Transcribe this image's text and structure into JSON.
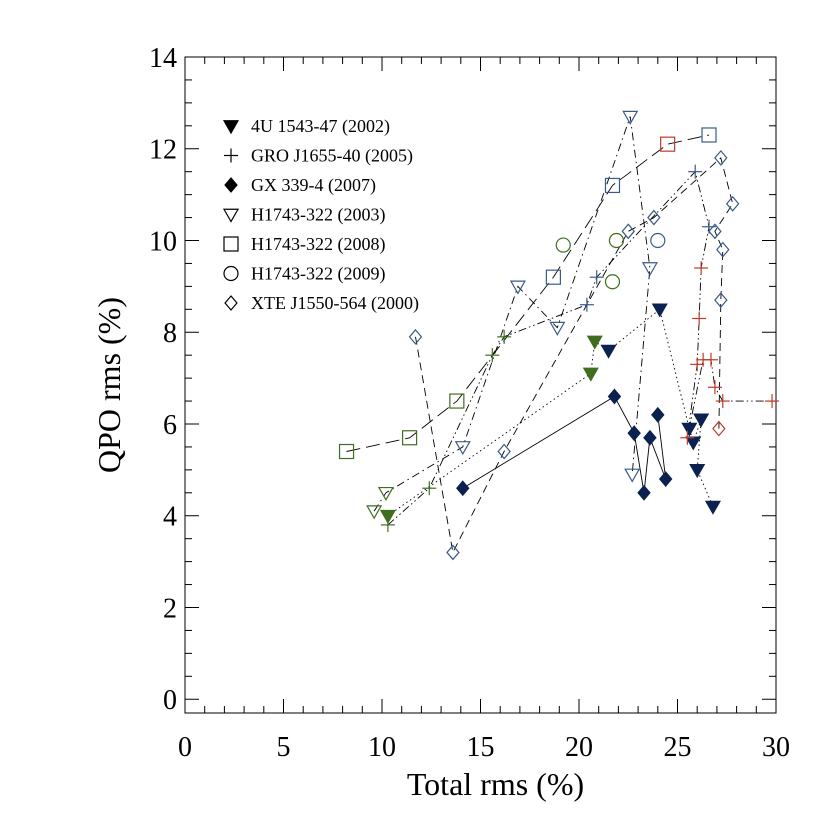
{
  "chart_data": {
    "type": "scatter",
    "title": "",
    "xlabel": "Total rms (%)",
    "ylabel": "QPO rms (%)",
    "xlim": [
      0,
      30
    ],
    "ylim": [
      -0.3,
      14
    ],
    "xticks": [
      0,
      5,
      10,
      15,
      20,
      25,
      30
    ],
    "yticks": [
      0,
      2,
      4,
      6,
      8,
      10,
      12,
      14
    ],
    "x_minor_step": 1,
    "y_minor_step": 0.5,
    "grid": false,
    "legend_position": "top-left",
    "colors": {
      "navy": "#0b2250",
      "steel": "#3a5a8a",
      "green": "#3f6e1e",
      "red": "#c0392b",
      "black": "#000000"
    },
    "series": [
      {
        "name": "4U 1543-47 (2002)",
        "marker": "triangle-down-filled",
        "line": "dotted",
        "points": [
          {
            "x": 10.3,
            "y": 4.0,
            "c": "green"
          },
          {
            "x": 20.6,
            "y": 7.1,
            "c": "green"
          },
          {
            "x": 20.8,
            "y": 7.8,
            "c": "green"
          },
          {
            "x": 21.5,
            "y": 7.6,
            "c": "navy"
          },
          {
            "x": 24.1,
            "y": 8.5,
            "c": "navy"
          },
          {
            "x": 25.6,
            "y": 5.9,
            "c": "navy"
          },
          {
            "x": 25.8,
            "y": 5.6,
            "c": "navy"
          },
          {
            "x": 26.2,
            "y": 6.1,
            "c": "navy"
          },
          {
            "x": 26.0,
            "y": 5.0,
            "c": "navy"
          },
          {
            "x": 26.8,
            "y": 4.2,
            "c": "navy"
          }
        ]
      },
      {
        "name": "GRO J1655-40 (2005)",
        "marker": "plus",
        "line": "dash-dot-dot",
        "points": [
          {
            "x": 10.3,
            "y": 3.8,
            "c": "green"
          },
          {
            "x": 12.4,
            "y": 4.6,
            "c": "green"
          },
          {
            "x": 15.6,
            "y": 7.5,
            "c": "green"
          },
          {
            "x": 16.2,
            "y": 7.9,
            "c": "green"
          },
          {
            "x": 20.4,
            "y": 8.6,
            "c": "steel"
          },
          {
            "x": 20.9,
            "y": 9.2,
            "c": "steel"
          },
          {
            "x": 25.9,
            "y": 11.5,
            "c": "steel"
          },
          {
            "x": 26.6,
            "y": 10.3,
            "c": "steel"
          },
          {
            "x": 26.2,
            "y": 9.4,
            "c": "red"
          },
          {
            "x": 26.1,
            "y": 8.3,
            "c": "red"
          },
          {
            "x": 26.0,
            "y": 7.3,
            "c": "red"
          },
          {
            "x": 25.5,
            "y": 5.7,
            "c": "red"
          },
          {
            "x": 26.3,
            "y": 7.4,
            "c": "red"
          },
          {
            "x": 26.7,
            "y": 7.4,
            "c": "red"
          },
          {
            "x": 26.9,
            "y": 6.8,
            "c": "red"
          },
          {
            "x": 27.3,
            "y": 6.5,
            "c": "red"
          },
          {
            "x": 29.8,
            "y": 6.5,
            "c": "red"
          }
        ]
      },
      {
        "name": "GX 339-4 (2007)",
        "marker": "diamond-filled",
        "line": "solid",
        "points": [
          {
            "x": 14.1,
            "y": 4.6,
            "c": "navy"
          },
          {
            "x": 21.8,
            "y": 6.6,
            "c": "navy"
          },
          {
            "x": 22.8,
            "y": 5.8,
            "c": "navy"
          },
          {
            "x": 23.3,
            "y": 4.5,
            "c": "navy"
          },
          {
            "x": 23.6,
            "y": 5.7,
            "c": "navy"
          },
          {
            "x": 24.4,
            "y": 4.8,
            "c": "navy"
          },
          {
            "x": 24.0,
            "y": 6.2,
            "c": "navy"
          }
        ]
      },
      {
        "name": "H1743-322 (2003)",
        "marker": "triangle-down-open",
        "line": "dash-dot",
        "points": [
          {
            "x": 9.6,
            "y": 4.1,
            "c": "green"
          },
          {
            "x": 10.2,
            "y": 4.5,
            "c": "green"
          },
          {
            "x": 14.1,
            "y": 5.5,
            "c": "steel"
          },
          {
            "x": 16.9,
            "y": 9.0,
            "c": "steel"
          },
          {
            "x": 18.9,
            "y": 8.1,
            "c": "steel"
          },
          {
            "x": 22.6,
            "y": 12.7,
            "c": "steel"
          },
          {
            "x": 23.6,
            "y": 9.4,
            "c": "steel"
          },
          {
            "x": 22.7,
            "y": 4.9,
            "c": "steel"
          }
        ]
      },
      {
        "name": "H1743-322 (2008)",
        "marker": "square-open",
        "line": "long-dash",
        "points": [
          {
            "x": 8.2,
            "y": 5.4,
            "c": "green"
          },
          {
            "x": 11.4,
            "y": 5.7,
            "c": "green"
          },
          {
            "x": 13.8,
            "y": 6.5,
            "c": "green"
          },
          {
            "x": 18.7,
            "y": 9.2,
            "c": "steel"
          },
          {
            "x": 21.7,
            "y": 11.2,
            "c": "steel"
          },
          {
            "x": 24.5,
            "y": 12.1,
            "c": "red"
          },
          {
            "x": 26.6,
            "y": 12.3,
            "c": "steel"
          }
        ]
      },
      {
        "name": "H1743-322 (2009)",
        "marker": "circle-open",
        "line": "none",
        "points": [
          {
            "x": 19.2,
            "y": 9.9,
            "c": "green"
          },
          {
            "x": 21.7,
            "y": 9.1,
            "c": "green"
          },
          {
            "x": 21.9,
            "y": 10.0,
            "c": "green"
          },
          {
            "x": 24.0,
            "y": 10.0,
            "c": "steel"
          }
        ]
      },
      {
        "name": "XTE J1550-564 (2000)",
        "marker": "diamond-open",
        "line": "dashed",
        "points": [
          {
            "x": 11.7,
            "y": 7.9,
            "c": "steel"
          },
          {
            "x": 13.6,
            "y": 3.2,
            "c": "steel"
          },
          {
            "x": 16.2,
            "y": 5.4,
            "c": "steel"
          },
          {
            "x": 22.5,
            "y": 10.2,
            "c": "steel"
          },
          {
            "x": 23.8,
            "y": 10.5,
            "c": "steel"
          },
          {
            "x": 27.2,
            "y": 11.8,
            "c": "steel"
          },
          {
            "x": 27.8,
            "y": 10.8,
            "c": "steel"
          },
          {
            "x": 26.9,
            "y": 10.2,
            "c": "steel"
          },
          {
            "x": 27.3,
            "y": 9.8,
            "c": "steel"
          },
          {
            "x": 27.2,
            "y": 8.7,
            "c": "steel"
          },
          {
            "x": 27.1,
            "y": 5.9,
            "c": "red"
          }
        ]
      }
    ]
  }
}
